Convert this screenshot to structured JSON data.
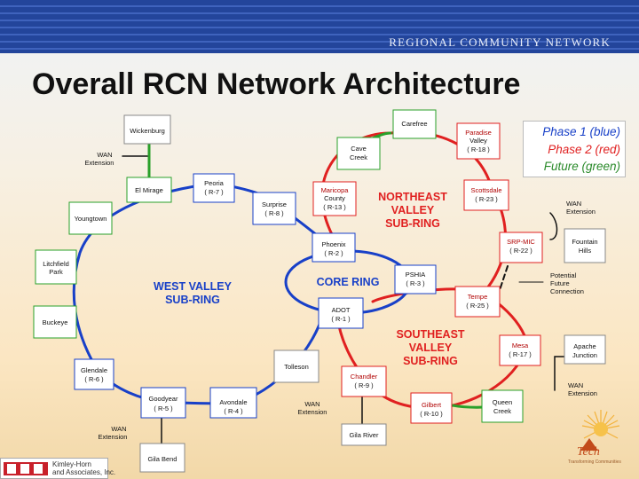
{
  "header": {
    "brand": "REGIONAL COMMUNITY NETWORK"
  },
  "title": "Overall RCN Network Architecture",
  "legend": {
    "phase1": "Phase 1 (blue)",
    "phase2": "Phase 2 (red)",
    "future": "Future (green)"
  },
  "colors": {
    "phase1": "#1840c8",
    "phase2": "#e02020",
    "future": "#2aa02a",
    "header": "#23459b"
  },
  "rings": {
    "core": "CORE RING",
    "west": [
      "WEST VALLEY",
      "SUB-RING"
    ],
    "northeast": [
      "NORTHEAST",
      "VALLEY",
      "SUB-RING"
    ],
    "southeast": [
      "SOUTHEAST",
      "VALLEY",
      "SUB-RING"
    ]
  },
  "nodes": {
    "wickenburg": {
      "name": "Wickenburg"
    },
    "el_mirage": {
      "name": "El Mirage"
    },
    "youngtown": {
      "name": "Youngtown"
    },
    "litchfield_park": {
      "name": [
        "Litchfield",
        "Park"
      ]
    },
    "buckeye": {
      "name": "Buckeye"
    },
    "glendale": {
      "name": "Glendale",
      "code": "( R-6 )"
    },
    "goodyear": {
      "name": "Goodyear",
      "code": "( R-5 )"
    },
    "avondale": {
      "name": "Avondale",
      "code": "( R-4 )"
    },
    "gila_bend": {
      "name": "Gila Bend"
    },
    "peoria": {
      "name": "Peoria",
      "code": "( R-7 )"
    },
    "surprise": {
      "name": "Surprise",
      "code": "( R-8 )"
    },
    "cave_creek": {
      "name": [
        "Cave",
        "Creek"
      ]
    },
    "carefree": {
      "name": "Carefree"
    },
    "paradise_valley": {
      "name": [
        "Paradise",
        "Valley"
      ],
      "code": "( R-18 )"
    },
    "maricopa_county": {
      "name": [
        "Maricopa",
        "County"
      ],
      "code": "( R-13 )"
    },
    "scottsdale": {
      "name": "Scottsdale",
      "code": "( R-23 )"
    },
    "phoenix": {
      "name": "Phoenix",
      "code": "( R-2 )"
    },
    "pshia": {
      "name": "PSHIA",
      "code": "( R-3 )"
    },
    "srp_mic": {
      "name": "SRP-MIC",
      "code": "( R-22 )"
    },
    "fountain_hills": {
      "name": [
        "Fountain",
        "Hills"
      ]
    },
    "tempe": {
      "name": "Tempe",
      "code": "( R-25 )"
    },
    "adot": {
      "name": "ADOT",
      "code": "( R-1 )"
    },
    "tolleson": {
      "name": "Tolleson"
    },
    "mesa": {
      "name": "Mesa",
      "code": "( R-17 )"
    },
    "apache_junction": {
      "name": [
        "Apache",
        "Junction"
      ]
    },
    "chandler": {
      "name": "Chandler",
      "code": "( R-9 )"
    },
    "gilbert": {
      "name": "Gilbert",
      "code": "( R-10 )"
    },
    "queen_creek": {
      "name": [
        "Queen",
        "Creek"
      ]
    },
    "gila_river": {
      "name": "Gila River"
    }
  },
  "annotations": {
    "wan_extension": [
      "WAN",
      "Extension"
    ],
    "potential_future_connection": [
      "Potential",
      "Future",
      "Connection"
    ]
  },
  "logos": {
    "kimley_horn": [
      "Kimley-Horn",
      "and Associates, Inc."
    ],
    "atech": "Tech",
    "atech_sub": "Transforming Communities"
  }
}
